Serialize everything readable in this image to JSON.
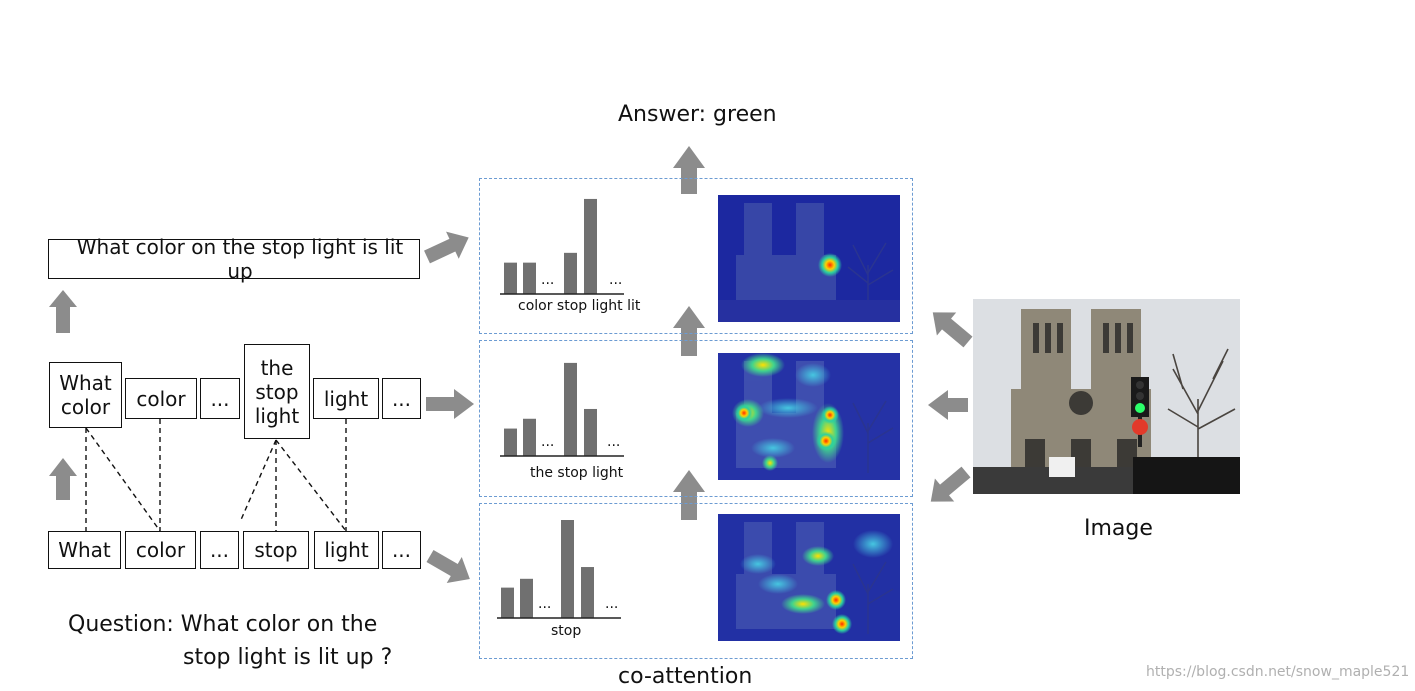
{
  "diagram": {
    "answer": "Answer: green",
    "question_line1": "Question: What color on the",
    "question_line2": "stop light is lit up  ?",
    "co_attention": "co-attention",
    "image_label": "Image",
    "sentence_box": "What color on the stop light is lit up",
    "phrase_level": [
      "What color",
      "color",
      "...",
      "the stop light",
      "light",
      "..."
    ],
    "word_level": [
      "What",
      "color",
      "...",
      "stop",
      "light",
      "..."
    ],
    "panels": [
      {
        "caption": "color stop light lit",
        "ellipsis1": "...",
        "ellipsis2": "..."
      },
      {
        "caption": "the stop light",
        "ellipsis1": "...",
        "ellipsis2": "..."
      },
      {
        "caption": "stop",
        "ellipsis1": "...",
        "ellipsis2": "..."
      }
    ],
    "colors": {
      "arrow": "#8c8c8c",
      "panel_border": "#6c9bd2",
      "bar": "#707070",
      "heat_base": "#1f2aa8"
    }
  },
  "chart_data": [
    {
      "type": "bar",
      "caption": "color stop light lit",
      "values": [
        0.32,
        0.32,
        0,
        0.42,
        0.97,
        0
      ]
    },
    {
      "type": "bar",
      "caption": "the stop light",
      "values": [
        0.28,
        0.38,
        0,
        0.95,
        0.48,
        0
      ]
    },
    {
      "type": "bar",
      "caption": "stop",
      "values": [
        0.31,
        0.4,
        0,
        1.0,
        0.52,
        0
      ]
    }
  ],
  "watermark": "https://blog.csdn.net/snow_maple521"
}
